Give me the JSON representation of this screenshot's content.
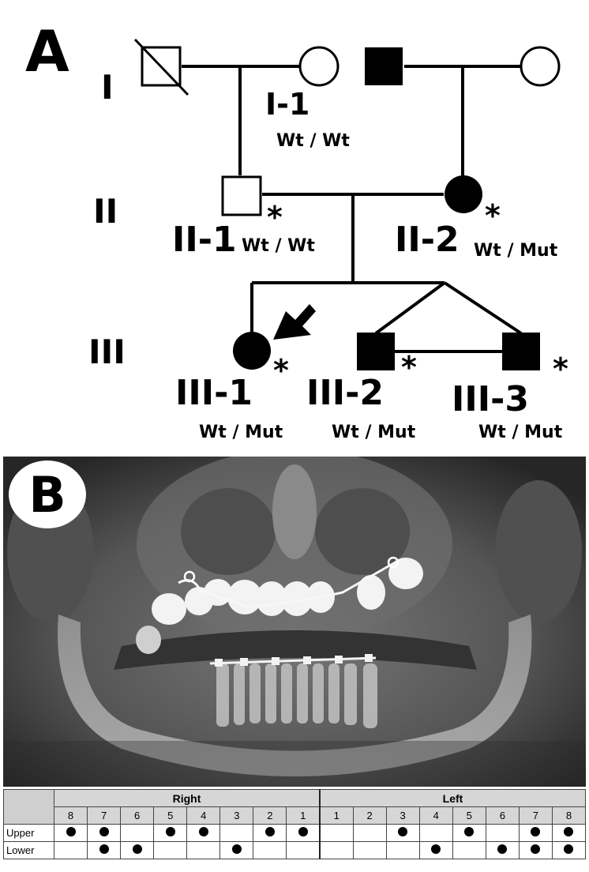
{
  "panel_a": {
    "letter": "A",
    "generations": [
      "I",
      "II",
      "III"
    ],
    "individuals": {
      "I1": {
        "label": "I-1",
        "genotype": "Wt / Wt"
      },
      "II1": {
        "label": "II-1",
        "genotype": "Wt / Wt",
        "marker": "*"
      },
      "II2": {
        "label": "II-2",
        "genotype": "Wt / Mut",
        "marker": "*"
      },
      "III1": {
        "label": "III-1",
        "genotype": "Wt / Mut",
        "marker": "*"
      },
      "III2": {
        "label": "III-2",
        "genotype": "Wt / Mut",
        "marker": "*"
      },
      "III3": {
        "label": "III-3",
        "genotype": "Wt / Mut",
        "marker": "*"
      }
    }
  },
  "panel_b": {
    "letter": "B"
  },
  "table": {
    "right_label": "Right",
    "left_label": "Left",
    "right_numbers": [
      "8",
      "7",
      "6",
      "5",
      "4",
      "3",
      "2",
      "1"
    ],
    "left_numbers": [
      "1",
      "2",
      "3",
      "4",
      "5",
      "6",
      "7",
      "8"
    ],
    "rows": [
      {
        "label": "Upper",
        "right": [
          true,
          true,
          false,
          true,
          true,
          false,
          true,
          true
        ],
        "left": [
          false,
          false,
          true,
          false,
          true,
          false,
          true,
          true
        ]
      },
      {
        "label": "Lower",
        "right": [
          false,
          true,
          true,
          false,
          false,
          true,
          false,
          false
        ],
        "left": [
          false,
          false,
          false,
          true,
          false,
          true,
          true,
          true
        ]
      }
    ]
  }
}
